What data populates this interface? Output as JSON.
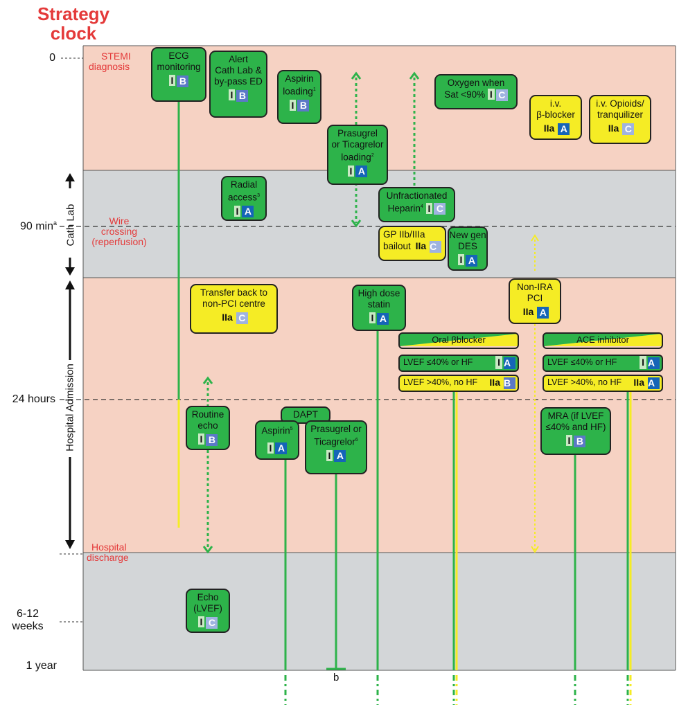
{
  "title": "Strategy clock",
  "time_labels": {
    "t0": "0",
    "t90": "90 min",
    "t90_sup": "a",
    "t24": "24 hours",
    "t6_12a": "6-12",
    "t6_12b": "weeks",
    "t1y": "1 year"
  },
  "phase_labels": {
    "cath_lab": "Cath Lab",
    "hospital_admission": "Hospital Admission"
  },
  "event_labels": {
    "stemi_a": "STEMI",
    "stemi_b": "diagnosis",
    "wire_a": "Wire",
    "wire_b": "crossing",
    "wire_c": "(reperfusion)",
    "discharge_a": "Hospital",
    "discharge_b": "discharge"
  },
  "boxes": {
    "ecg": {
      "l1": "ECG",
      "l2": "monitoring",
      "cls": "I",
      "lvl": "B"
    },
    "alert": {
      "l1": "Alert",
      "l2": "Cath Lab &",
      "l3": "by-pass ED",
      "cls": "I",
      "lvl": "B"
    },
    "aspirin_load": {
      "l1": "Aspirin",
      "l2": "loading",
      "sup": "1",
      "cls": "I",
      "lvl": "B"
    },
    "prasugrel_load": {
      "l1": "Prasugrel",
      "l2": "or Ticagrelor",
      "l3": "loading",
      "sup": "2",
      "cls": "I",
      "lvl": "A"
    },
    "oxygen": {
      "l1": "Oxygen when",
      "l2": "Sat <90%",
      "cls": "I",
      "lvl": "C"
    },
    "beta_iv": {
      "l1": "i.v.",
      "l2": "β-blocker",
      "cls": "IIa",
      "lvl": "A"
    },
    "opioids": {
      "l1": "i.v. Opioids/",
      "l2": "tranquilizer",
      "cls": "IIa",
      "lvl": "C"
    },
    "radial": {
      "l1": "Radial",
      "l2": "access",
      "sup": "3",
      "cls": "I",
      "lvl": "A"
    },
    "heparin": {
      "l1": "Unfractionated",
      "l2": "Heparin",
      "sup": "4",
      "cls": "I",
      "lvl": "C"
    },
    "gp": {
      "l1": "GP IIb/IIIa",
      "l2": "bailout",
      "cls": "IIa",
      "lvl": "C"
    },
    "des": {
      "l1": "New gen",
      "l2": "DES",
      "cls": "I",
      "lvl": "A"
    },
    "transfer": {
      "l1": "Transfer back to",
      "l2": "non-PCI centre",
      "cls": "IIa",
      "lvl": "C"
    },
    "statin": {
      "l1": "High dose",
      "l2": "statin",
      "cls": "I",
      "lvl": "A"
    },
    "nonira": {
      "l1": "Non-IRA",
      "l2": "PCI",
      "cls": "IIa",
      "lvl": "A"
    },
    "routine_echo": {
      "l1": "Routine",
      "l2": "echo",
      "cls": "I",
      "lvl": "B"
    },
    "dapt": {
      "l1": "DAPT"
    },
    "aspirin": {
      "l1": "Aspirin",
      "sup": "5",
      "cls": "I",
      "lvl": "A"
    },
    "prasugrel": {
      "l1": "Prasugrel or",
      "l2": "Ticagrelor",
      "sup": "6",
      "cls": "I",
      "lvl": "A"
    },
    "mra": {
      "l1": "MRA (if LVEF",
      "l2": "≤40% and HF)",
      "cls": "I",
      "lvl": "B"
    },
    "echo_lvef": {
      "l1": "Echo",
      "l2": "(LVEF)",
      "cls": "I",
      "lvl": "C"
    }
  },
  "oral_beta": {
    "header": "Oral βblocker",
    "row1": "LVEF ≤40% or HF",
    "row1_cls": "I",
    "row1_lvl": "A",
    "row2": "LVEF >40%, no HF",
    "row2_cls": "IIa",
    "row2_lvl": "B"
  },
  "ace": {
    "header": "ACE inhibitor",
    "row1": "LVEF ≤40% or HF",
    "row1_cls": "I",
    "row1_lvl": "A",
    "row2": "LVEF >40%, no HF",
    "row2_cls": "IIa",
    "row2_lvl": "A"
  },
  "footnote_b": "b",
  "colors": {
    "salmon": "#f6d2c3",
    "grey": "#d3d6d8",
    "green": "#2db34a",
    "yellow": "#f5ec25",
    "red_text": "#e43a3a",
    "level_A": "#1565b8",
    "level_B": "#5b79c7",
    "level_C": "#9fb3e0"
  }
}
